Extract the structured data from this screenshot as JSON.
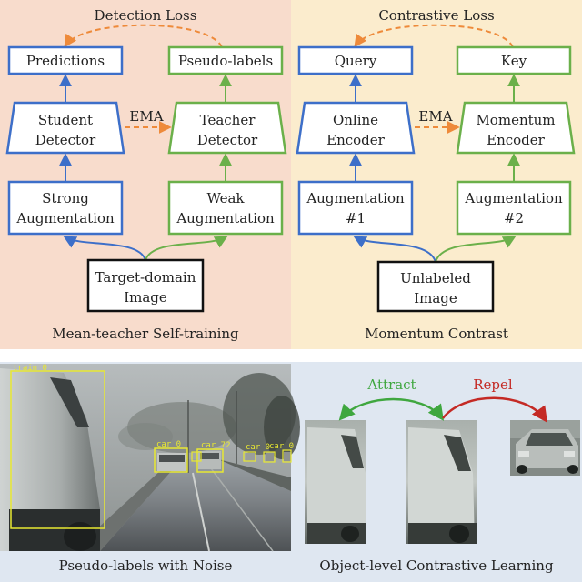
{
  "colors": {
    "left_panel_bg": "#f8dccc",
    "right_panel_bg": "#fbeccd",
    "bottom_panel_bg": "#dfe7f1",
    "student_blue": "#3d6fc9",
    "teacher_green": "#6bb04a",
    "ema_orange": "#ee8a3a",
    "attract_green": "#3fa73f",
    "repel_red": "#c42a25",
    "detection_box_yellow": "#e8e832"
  },
  "mean_teacher": {
    "title": "Mean-teacher Self-training",
    "loss_label": "Detection Loss",
    "predictions": "Predictions",
    "pseudo_labels": "Pseudo-labels",
    "student_line1": "Student",
    "student_line2": "Detector",
    "teacher_line1": "Teacher",
    "teacher_line2": "Detector",
    "ema": "EMA",
    "strong_line1": "Strong",
    "strong_line2": "Augmentation",
    "weak_line1": "Weak",
    "weak_line2": "Augmentation",
    "input_line1": "Target-domain",
    "input_line2": "Image"
  },
  "momentum_contrast": {
    "title": "Momentum Contrast",
    "loss_label": "Contrastive Loss",
    "query": "Query",
    "key": "Key",
    "online_line1": "Online",
    "online_line2": "Encoder",
    "momentum_line1": "Momentum",
    "momentum_line2": "Encoder",
    "ema": "EMA",
    "aug1_line1": "Augmentation",
    "aug1_line2": "#1",
    "aug2_line1": "Augmentation",
    "aug2_line2": "#2",
    "input_line1": "Unlabeled",
    "input_line2": "Image"
  },
  "pseudo_labels_panel": {
    "caption": "Pseudo-labels with Noise",
    "detections": [
      "train 0",
      "car 0",
      "car 72",
      "car 0",
      "car 0"
    ]
  },
  "contrastive_panel": {
    "caption": "Object-level Contrastive Learning",
    "attract": "Attract",
    "repel": "Repel"
  }
}
